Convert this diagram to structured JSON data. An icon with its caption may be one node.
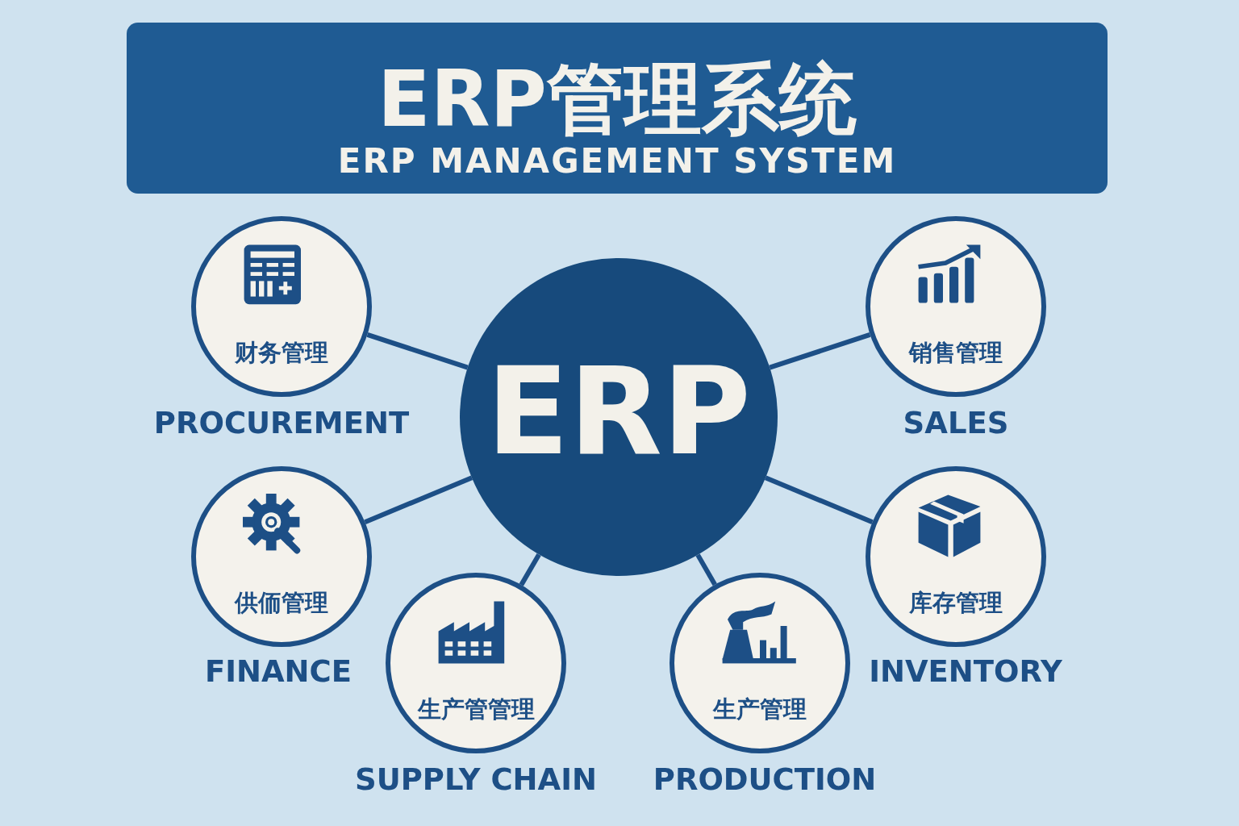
{
  "diagram": {
    "nodes": [
      {
        "text": [
          "ERP管理系统",
          "ERP MANAGEMENT SYSTEM"
        ]
      },
      {
        "text": [
          "ERP"
        ]
      },
      {
        "text": [
          "财务管理"
        ],
        "beside": [
          "PROCUREMENT"
        ]
      },
      {
        "text": [
          "销售管理"
        ],
        "beside": [
          "SALES"
        ]
      },
      {
        "text": [
          "供侕管理"
        ],
        "beside": [
          "FINANCE"
        ]
      },
      {
        "text": [
          "库存管理"
        ],
        "beside": [
          "INVENTORY"
        ]
      },
      {
        "text": [
          "生产管管理"
        ],
        "beside": [
          "SUPPLY CHAIN"
        ]
      },
      {
        "text": [
          "生产管理"
        ],
        "beside": [
          "PRODUCTION"
        ]
      }
    ],
    "edges": [
      {
        "from": 1,
        "to": 2,
        "arrow": "none"
      },
      {
        "from": 1,
        "to": 3,
        "arrow": "none"
      },
      {
        "from": 1,
        "to": 4,
        "arrow": "none"
      },
      {
        "from": 1,
        "to": 5,
        "arrow": "none"
      },
      {
        "from": 1,
        "to": 6,
        "arrow": "none"
      },
      {
        "from": 1,
        "to": 7,
        "arrow": "none"
      }
    ]
  }
}
